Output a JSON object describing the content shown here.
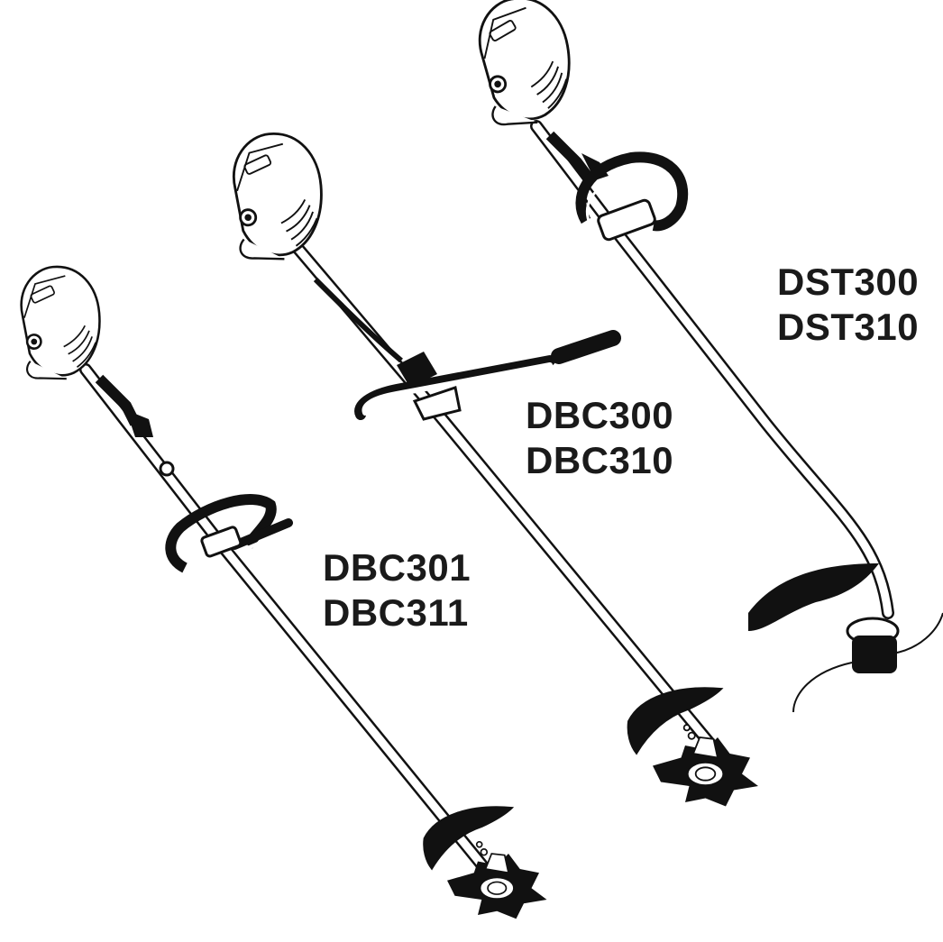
{
  "labels": {
    "dst": {
      "line1": "DST300",
      "line2": "DST310"
    },
    "dbc_loop": {
      "line1": "DBC300",
      "line2": "DBC310"
    },
    "dbc_bike": {
      "line1": "DBC301",
      "line2": "DBC311"
    }
  },
  "colors": {
    "ink": "#111111",
    "paper": "#ffffff"
  }
}
